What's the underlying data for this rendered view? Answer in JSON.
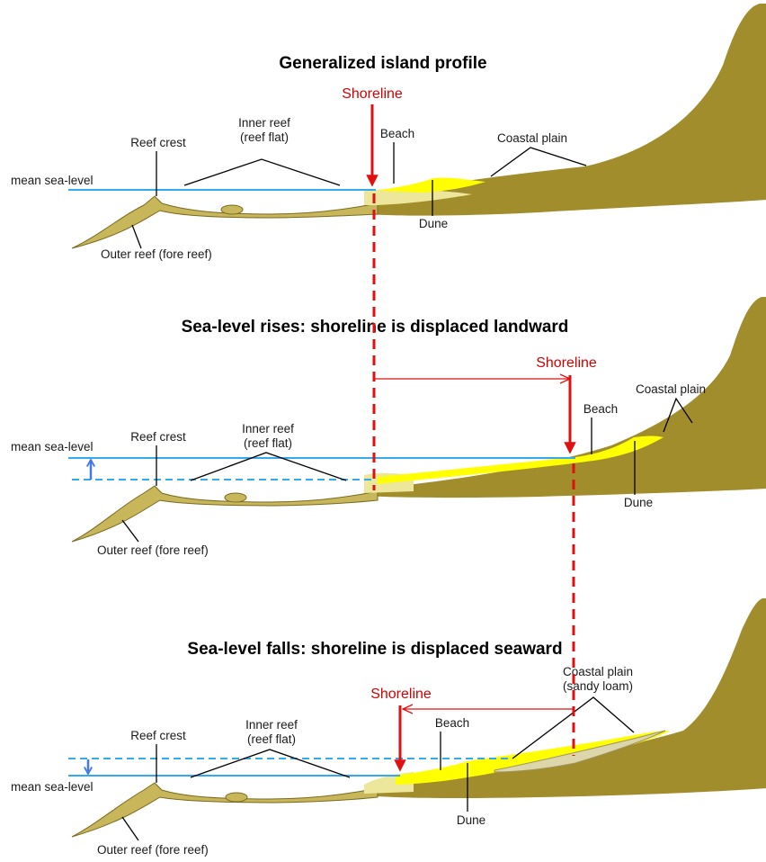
{
  "panel1": {
    "title": "Generalized island profile",
    "shoreline": "Shoreline",
    "mean_sea_level": "mean sea-level",
    "reef_crest": "Reef crest",
    "inner_reef_1": "Inner reef",
    "inner_reef_2": "(reef flat)",
    "beach": "Beach",
    "coastal_plain": "Coastal plain",
    "dune": "Dune",
    "outer_reef": "Outer reef (fore reef)"
  },
  "panel2": {
    "title": "Sea-level rises: shoreline is displaced landward",
    "shoreline": "Shoreline",
    "mean_sea_level": "mean sea-level",
    "reef_crest": "Reef crest",
    "inner_reef_1": "Inner reef",
    "inner_reef_2": "(reef flat)",
    "beach": "Beach",
    "coastal_plain": "Coastal plain",
    "dune": "Dune",
    "outer_reef": "Outer reef (fore reef)"
  },
  "panel3": {
    "title": "Sea-level falls: shoreline is displaced seaward",
    "shoreline": "Shoreline",
    "mean_sea_level": "mean sea-level",
    "reef_crest": "Reef crest",
    "inner_reef_1": "Inner reef",
    "inner_reef_2": "(reef flat)",
    "beach": "Beach",
    "coastal_plain_1": "Coastal plain",
    "coastal_plain_2": "(sandy loam)",
    "dune": "Dune",
    "outer_reef": "Outer reef (fore reef)"
  },
  "colors": {
    "land": "#a28d2c",
    "reef": "#c8b65a",
    "beach_sand": "#ffff00",
    "sea_level": "#33aaee",
    "shoreline_arrow": "#e01010",
    "sea_level_change_arrow": "#4477ee"
  }
}
